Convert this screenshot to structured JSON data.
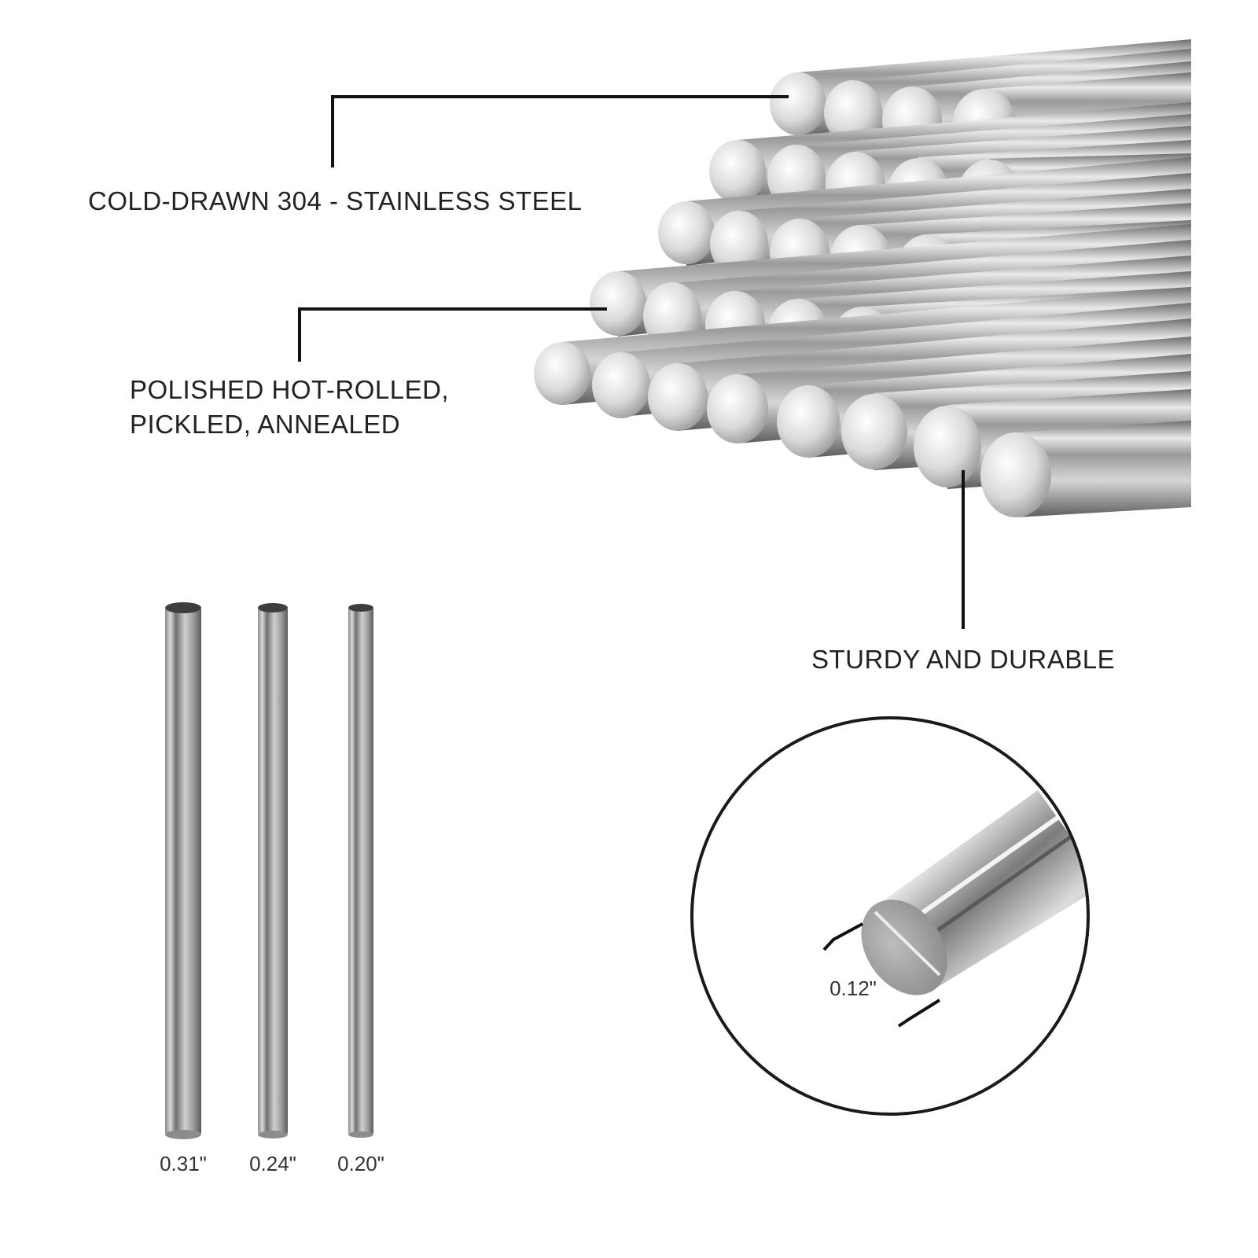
{
  "callouts": {
    "material": "COLD-DRAWN 304 - STAINLESS STEEL",
    "finish": [
      "POLISHED HOT-ROLLED,",
      "PICKLED, ANNEALED"
    ],
    "durability": "STURDY AND DURABLE"
  },
  "rod_sizes": [
    "0.31\"",
    "0.24\"",
    "0.20\""
  ],
  "detail_size": "0.12\"",
  "colors": {
    "text": "#222222",
    "leader_line": "#111111",
    "steel_light": "#f2f2f2",
    "steel_mid": "#b8b8b8",
    "steel_dark": "#5a5a5a"
  }
}
